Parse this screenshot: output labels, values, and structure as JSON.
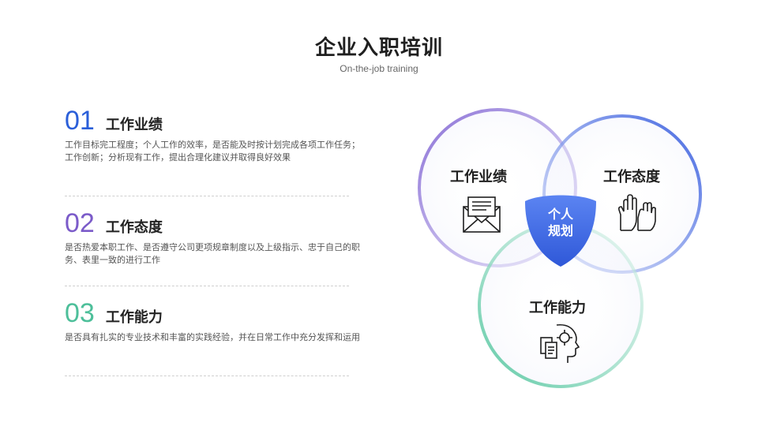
{
  "header": {
    "title": "企业入职培训",
    "subtitle": "On-the-job training"
  },
  "items": [
    {
      "number": "01",
      "title": "工作业绩",
      "description": "工作目标完工程度；个人工作的效率，是否能及时按计划完成各项工作任务；工作创新；分析现有工作，提出合理化建议并取得良好效果",
      "color": "#2b5fd9"
    },
    {
      "number": "02",
      "title": "工作态度",
      "description": "是否热爱本职工作、是否遵守公司更项规章制度以及上级指示、忠于自己的职务、表里一致的进行工作",
      "color": "#7b5bc9"
    },
    {
      "number": "03",
      "title": "工作能力",
      "description": "是否具有扎实的专业技术和丰富的实践经验，并在日常工作中充分发挥和运用",
      "color": "#4dbf9a"
    }
  ],
  "venn": {
    "circles": [
      {
        "label": "工作业绩",
        "icon": "envelope-icon"
      },
      {
        "label": "工作态度",
        "icon": "raised-hands-icon"
      },
      {
        "label": "工作能力",
        "icon": "head-documents-icon"
      }
    ],
    "center_label_line1": "个人",
    "center_label_line2": "规划",
    "colors": {
      "purple": "#8a6fd6",
      "blue": "#3f63e0",
      "green": "#5cc9a4",
      "shield": "#3f6ee8"
    }
  }
}
